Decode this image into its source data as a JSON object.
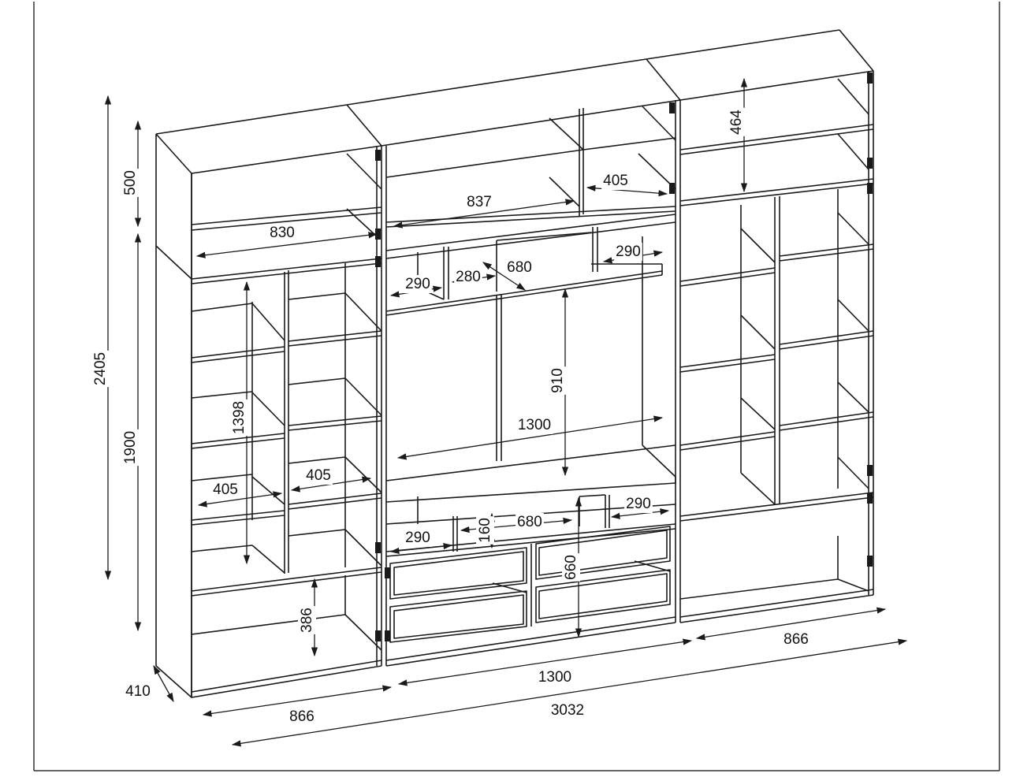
{
  "diagram": {
    "stroke_color": "#1a1a1a",
    "background": "#ffffff",
    "dimensions": {
      "total_height": "2405",
      "top_module_height": "500",
      "lower_module_height": "1900",
      "depth": "410",
      "left_width": "866",
      "center_width": "1300",
      "right_width": "866",
      "total_width": "3032",
      "left_top_shelf_width": "830",
      "center_top_shelf_width": "837",
      "center_top_right_width": "405",
      "right_top_height": "464",
      "center_upper_left_niche": "290",
      "center_upper_small_niche": "280",
      "center_upper_middle_niche": "680",
      "center_upper_right_niche": "290",
      "tv_opening_height": "910",
      "tv_opening_width": "1300",
      "left_compartment_height": "1398",
      "left_niche_width_a": "405",
      "left_niche_width_b": "405",
      "left_bottom_height": "386",
      "center_lower_left_niche": "290",
      "center_lower_small_height": "160",
      "center_lower_middle_niche": "680",
      "center_lower_right_niche": "290",
      "drawer_block_height": "660"
    }
  }
}
